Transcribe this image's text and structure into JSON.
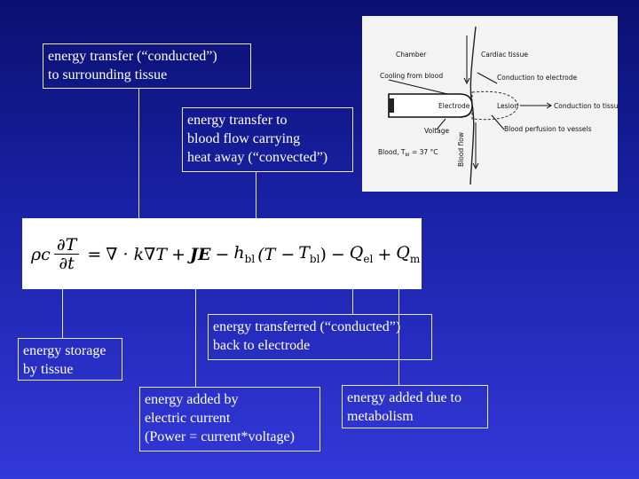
{
  "labels": {
    "conducted_tissue": "energy transfer (“conducted”)\nto surrounding tissue",
    "convected": "energy transfer to\nblood flow carrying\nheat away (“convected”)",
    "storage": "energy storage\nby tissue",
    "conducted_electrode": "energy transferred (“conducted”)\nback to electrode",
    "electric": "energy added by\nelectric current\n(Power = current*voltage)",
    "metabolism": "energy added due to\nmetabolism"
  },
  "equation": {
    "rho": "ρc",
    "dT_num": "∂T",
    "dT_den": "∂t",
    "equals": "=",
    "div_term": "∇ · k∇T",
    "plus1": "+",
    "JE": "JE",
    "minus1": "−",
    "h_bl": "h",
    "h_bl_sub": "bl",
    "paren_open": "(T −",
    "T_bl": "T",
    "T_bl_sub": "bl",
    "paren_close": ")",
    "minus2": "−",
    "Q_el": "Q",
    "Q_el_sub": "el",
    "plus2": "+",
    "Q_m": "Q",
    "Q_m_sub": "m"
  },
  "figure": {
    "chamber": "Chamber",
    "cardiac_tissue": "Cardiac tissue",
    "cooling_from_blood": "Cooling from blood",
    "conduction_to_electrode": "Conduction to electrode",
    "electrode": "Electrode",
    "lesion": "Lesion",
    "conduction_to_tissue": "Conduction to tissue",
    "voltage": "Voltage",
    "blood_perfusion": "Blood perfusion to vessels",
    "blood_temp": "Blood, T",
    "blood_temp_sub": "bl",
    "blood_temp_value": " = 37 °C",
    "blood_flow": "Blood flow"
  }
}
